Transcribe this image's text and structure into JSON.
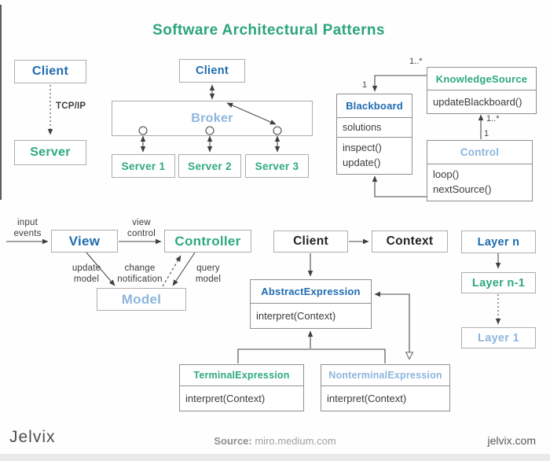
{
  "title": "Software Architectural Patterns",
  "colors": {
    "accent_green": "#2ea881",
    "accent_blue": "#1f6bb0",
    "accent_light_blue": "#8cb6dc",
    "text_dark": "#232323",
    "line": "#4a4a4a"
  },
  "client_server": {
    "client": "Client",
    "protocol": "TCP/IP",
    "server": "Server"
  },
  "broker": {
    "client": "Client",
    "broker": "Broker",
    "server1": "Server 1",
    "server2": "Server 2",
    "server3": "Server 3"
  },
  "blackboard": {
    "blackboard_title": "Blackboard",
    "blackboard_attr": "solutions",
    "blackboard_m1": "inspect()",
    "blackboard_m2": "update()",
    "knowledge_title": "KnowledgeSource",
    "knowledge_m1": "updateBlackboard()",
    "control_title": "Control",
    "control_m1": "loop()",
    "control_m2": "nextSource()",
    "mult_ks_top": "1..*",
    "mult_bb_top": "1",
    "mult_ks_bottom": "1..*",
    "mult_ctrl_top": "1"
  },
  "mvc": {
    "view": "View",
    "controller": "Controller",
    "model": "Model",
    "input_events": "input\nevents",
    "view_control": "view\ncontrol",
    "update_model": "update\nmodel",
    "change_notification": "change\nnotification",
    "query_model": "query\nmodel"
  },
  "interpreter": {
    "client": "Client",
    "context": "Context",
    "abstract_title": "AbstractExpression",
    "abstract_m1": "interpret(Context)",
    "terminal_title": "TerminalExpression",
    "terminal_m1": "interpret(Context)",
    "nonterminal_title": "NonterminalExpression",
    "nonterminal_m1": "interpret(Context)"
  },
  "layers": {
    "layer_n": "Layer n",
    "layer_n1": "Layer n-1",
    "layer_1": "Layer 1"
  },
  "footer": {
    "logo": "Jelvix",
    "source_label": "Source:",
    "source_value": " miro.medium.com",
    "site": "jelvix.com"
  }
}
